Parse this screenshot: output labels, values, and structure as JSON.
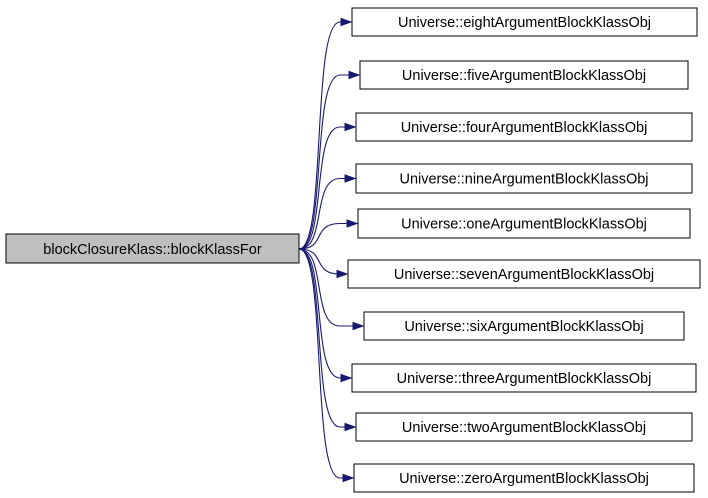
{
  "diagram": {
    "colors": {
      "edge": "#191970",
      "source_fill": "#bfbfbf",
      "target_fill": "#ffffff",
      "border": "#000000",
      "background": "#ffffff"
    },
    "source": {
      "label": "blockClosureKlass::blockKlassFor"
    },
    "targets": [
      {
        "label": "Universe::eightArgumentBlockKlassObj"
      },
      {
        "label": "Universe::fiveArgumentBlockKlassObj"
      },
      {
        "label": "Universe::fourArgumentBlockKlassObj"
      },
      {
        "label": "Universe::nineArgumentBlockKlassObj"
      },
      {
        "label": "Universe::oneArgumentBlockKlassObj"
      },
      {
        "label": "Universe::sevenArgumentBlockKlassObj"
      },
      {
        "label": "Universe::sixArgumentBlockKlassObj"
      },
      {
        "label": "Universe::threeArgumentBlockKlassObj"
      },
      {
        "label": "Universe::twoArgumentBlockKlassObj"
      },
      {
        "label": "Universe::zeroArgumentBlockKlassObj"
      }
    ]
  }
}
